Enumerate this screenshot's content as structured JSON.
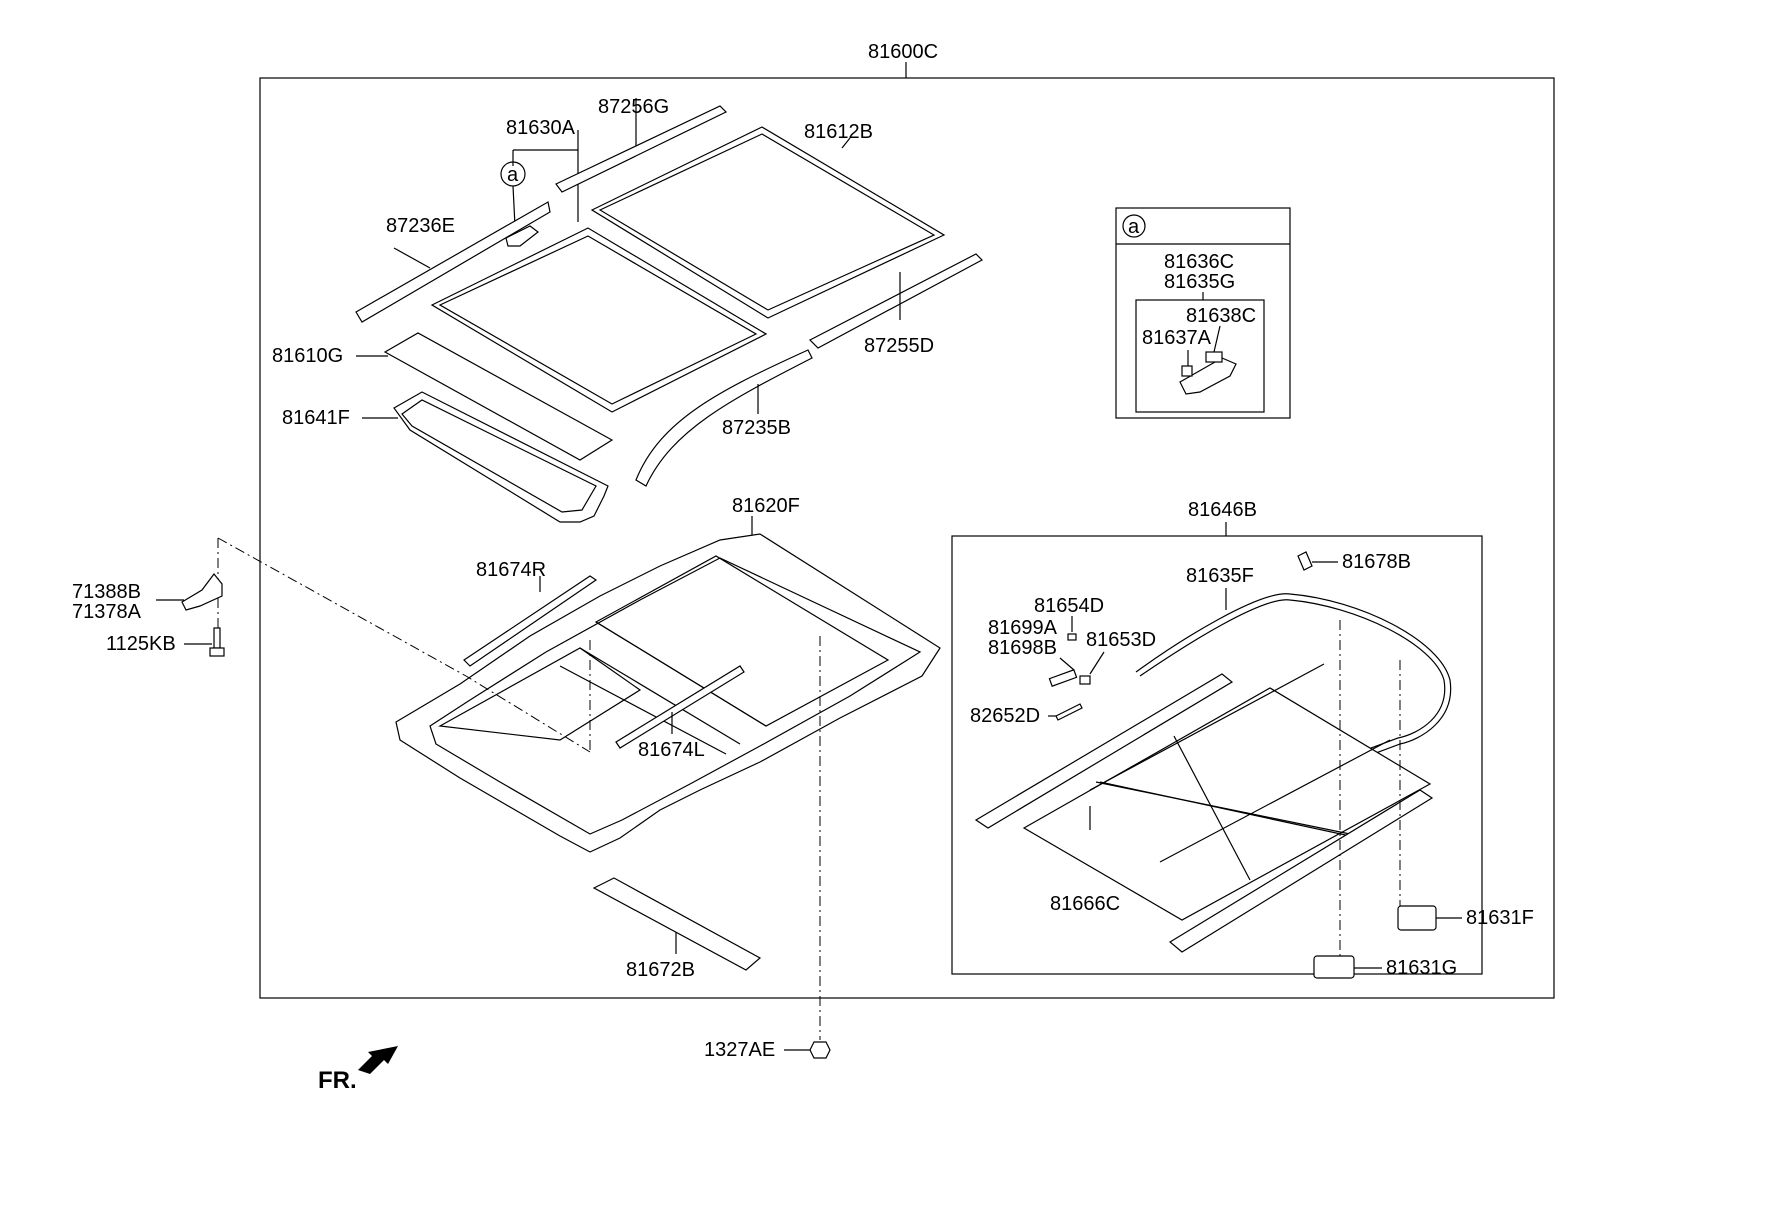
{
  "diagram": {
    "assembly_label": "81600C",
    "callout_letter": "a",
    "front_marker": "FR.",
    "parts": {
      "p87256G": "87256G",
      "p81630A": "81630A",
      "p81612B": "81612B",
      "p87236E": "87236E",
      "p81610G": "81610G",
      "p87255D": "87255D",
      "p81641F": "81641F",
      "p87235B": "87235B",
      "p81620F": "81620F",
      "p81674R": "81674R",
      "p81674L": "81674L",
      "p81672B": "81672B",
      "p71388B": "71388B",
      "p71378A": "71378A",
      "p1125KB": "1125KB",
      "p1327AE": "1327AE",
      "p81646B": "81646B",
      "p81635F": "81635F",
      "p81678B": "81678B",
      "p81654D": "81654D",
      "p81699A": "81699A",
      "p81698B": "81698B",
      "p81653D": "81653D",
      "p82652D": "82652D",
      "p81666C": "81666C",
      "p81631F": "81631F",
      "p81631G": "81631G"
    },
    "detail_box": {
      "p81636C": "81636C",
      "p81635G": "81635G",
      "p81638C": "81638C",
      "p81637A": "81637A"
    }
  }
}
